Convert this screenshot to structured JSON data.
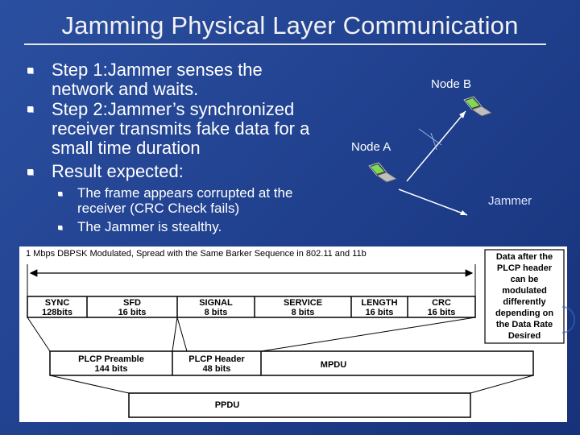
{
  "title": "Jamming Physical Layer Communication",
  "bullets": {
    "step1_line1": "Step 1:Jammer senses the",
    "step1_line2": "network and waits.",
    "step2_line1": "Step 2:Jammer’s synchronized",
    "step2_line2": "receiver transmits fake data for a",
    "step2_line3": "small time duration",
    "result": "Result expected:",
    "sub1_line1": "The frame appears corrupted at the",
    "sub1_line2": "receiver (CRC Check fails)",
    "sub2": "The Jammer is stealthy."
  },
  "network": {
    "node_b": "Node B",
    "node_a": "Node A",
    "jammer": "Jammer"
  },
  "frame_diagram": {
    "header": "1 Mbps DBPSK Modulated, Spread with the Same Barker Sequence in 802.11 and 11b",
    "fields": [
      {
        "name": "SYNC",
        "size": "128bits"
      },
      {
        "name": "SFD",
        "size": "16 bits"
      },
      {
        "name": "SIGNAL",
        "size": "8 bits"
      },
      {
        "name": "SERVICE",
        "size": "8 bits"
      },
      {
        "name": "LENGTH",
        "size": "16 bits"
      },
      {
        "name": "CRC",
        "size": "16 bits"
      }
    ],
    "preamble": {
      "name": "PLCP Preamble",
      "size": "144 bits"
    },
    "plcp_header": {
      "name": "PLCP Header",
      "size": "48 bits"
    },
    "mpdu": "MPDU",
    "ppdu": "PPDU",
    "note": [
      "Data after the",
      "PLCP header",
      "can be",
      "modulated",
      "differently",
      "depending on",
      "the Data Rate",
      "Desired"
    ]
  }
}
